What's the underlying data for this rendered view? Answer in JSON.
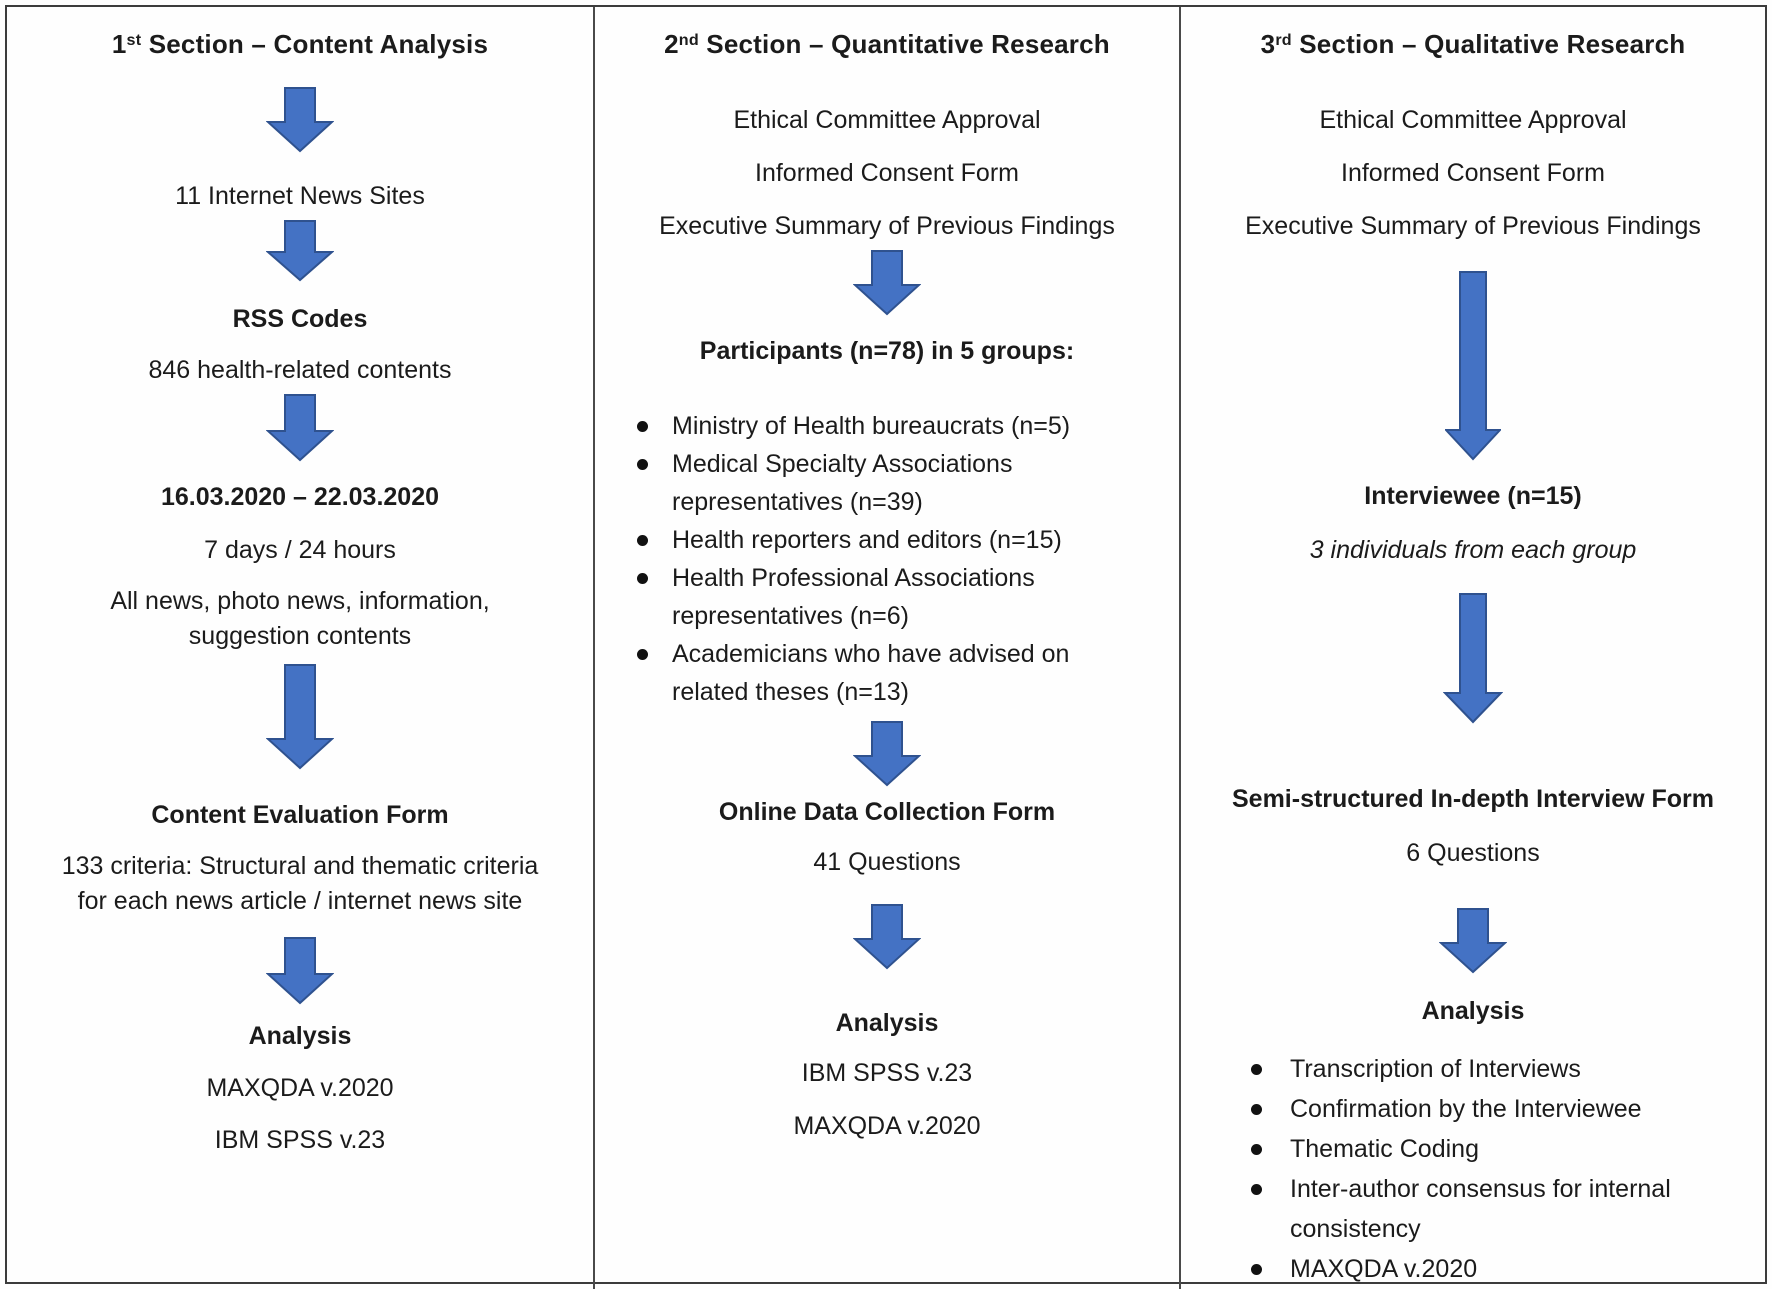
{
  "figure": {
    "type": "flowchart",
    "background": "#fefefe",
    "border_color": "#3c3c3c",
    "arrow": {
      "fill": "#4472C4",
      "stroke": "#2F528F",
      "icon": "down-block-arrow"
    }
  },
  "col1": {
    "heading_num": "1",
    "heading_sup": "st",
    "heading_rest": " Section – Content Analysis",
    "step1": "11 Internet News Sites",
    "step2_title": "RSS Codes",
    "step2_sub": "846 health-related contents",
    "step3_title": "16.03.2020 – 22.03.2020",
    "step3_sub1": "7 days / 24 hours",
    "step3_sub2": "All news, photo news, information, suggestion contents",
    "step4_title": "Content Evaluation Form",
    "step4_sub": "133 criteria: Structural and thematic criteria for each news article / internet news site",
    "analysis_title": "Analysis",
    "analysis_items": [
      "MAXQDA v.2020",
      "IBM SPSS v.23"
    ]
  },
  "col2": {
    "heading_num": "2",
    "heading_sup": "nd",
    "heading_rest": " Section – Quantitative Research",
    "pre": [
      "Ethical Committee Approval",
      "Informed Consent Form",
      "Executive Summary of Previous Findings"
    ],
    "participants_title": "Participants (n=78) in 5 groups:",
    "groups": [
      "Ministry of Health bureaucrats (n=5)",
      "Medical Specialty Associations representatives (n=39)",
      "Health reporters and editors (n=15)",
      "Health Professional Associations representatives (n=6)",
      "Academicians who have advised on related theses (n=13)"
    ],
    "form_title": "Online Data Collection Form",
    "form_sub": "41 Questions",
    "analysis_title": "Analysis",
    "analysis_items": [
      "IBM SPSS v.23",
      "MAXQDA v.2020"
    ]
  },
  "col3": {
    "heading_num": "3",
    "heading_sup": "rd",
    "heading_rest": " Section – Qualitative Research",
    "pre": [
      "Ethical Committee Approval",
      "Informed Consent Form",
      "Executive Summary of Previous Findings"
    ],
    "interviewee_title": "Interviewee (n=15)",
    "interviewee_sub": "3 individuals from each group",
    "form_title": "Semi-structured In-depth Interview Form",
    "form_sub": "6 Questions",
    "analysis_title": "Analysis",
    "analysis_items": [
      "Transcription of Interviews",
      "Confirmation by the Interviewee",
      "Thematic Coding",
      "Inter-author consensus for internal consistency",
      "MAXQDA v.2020"
    ]
  }
}
